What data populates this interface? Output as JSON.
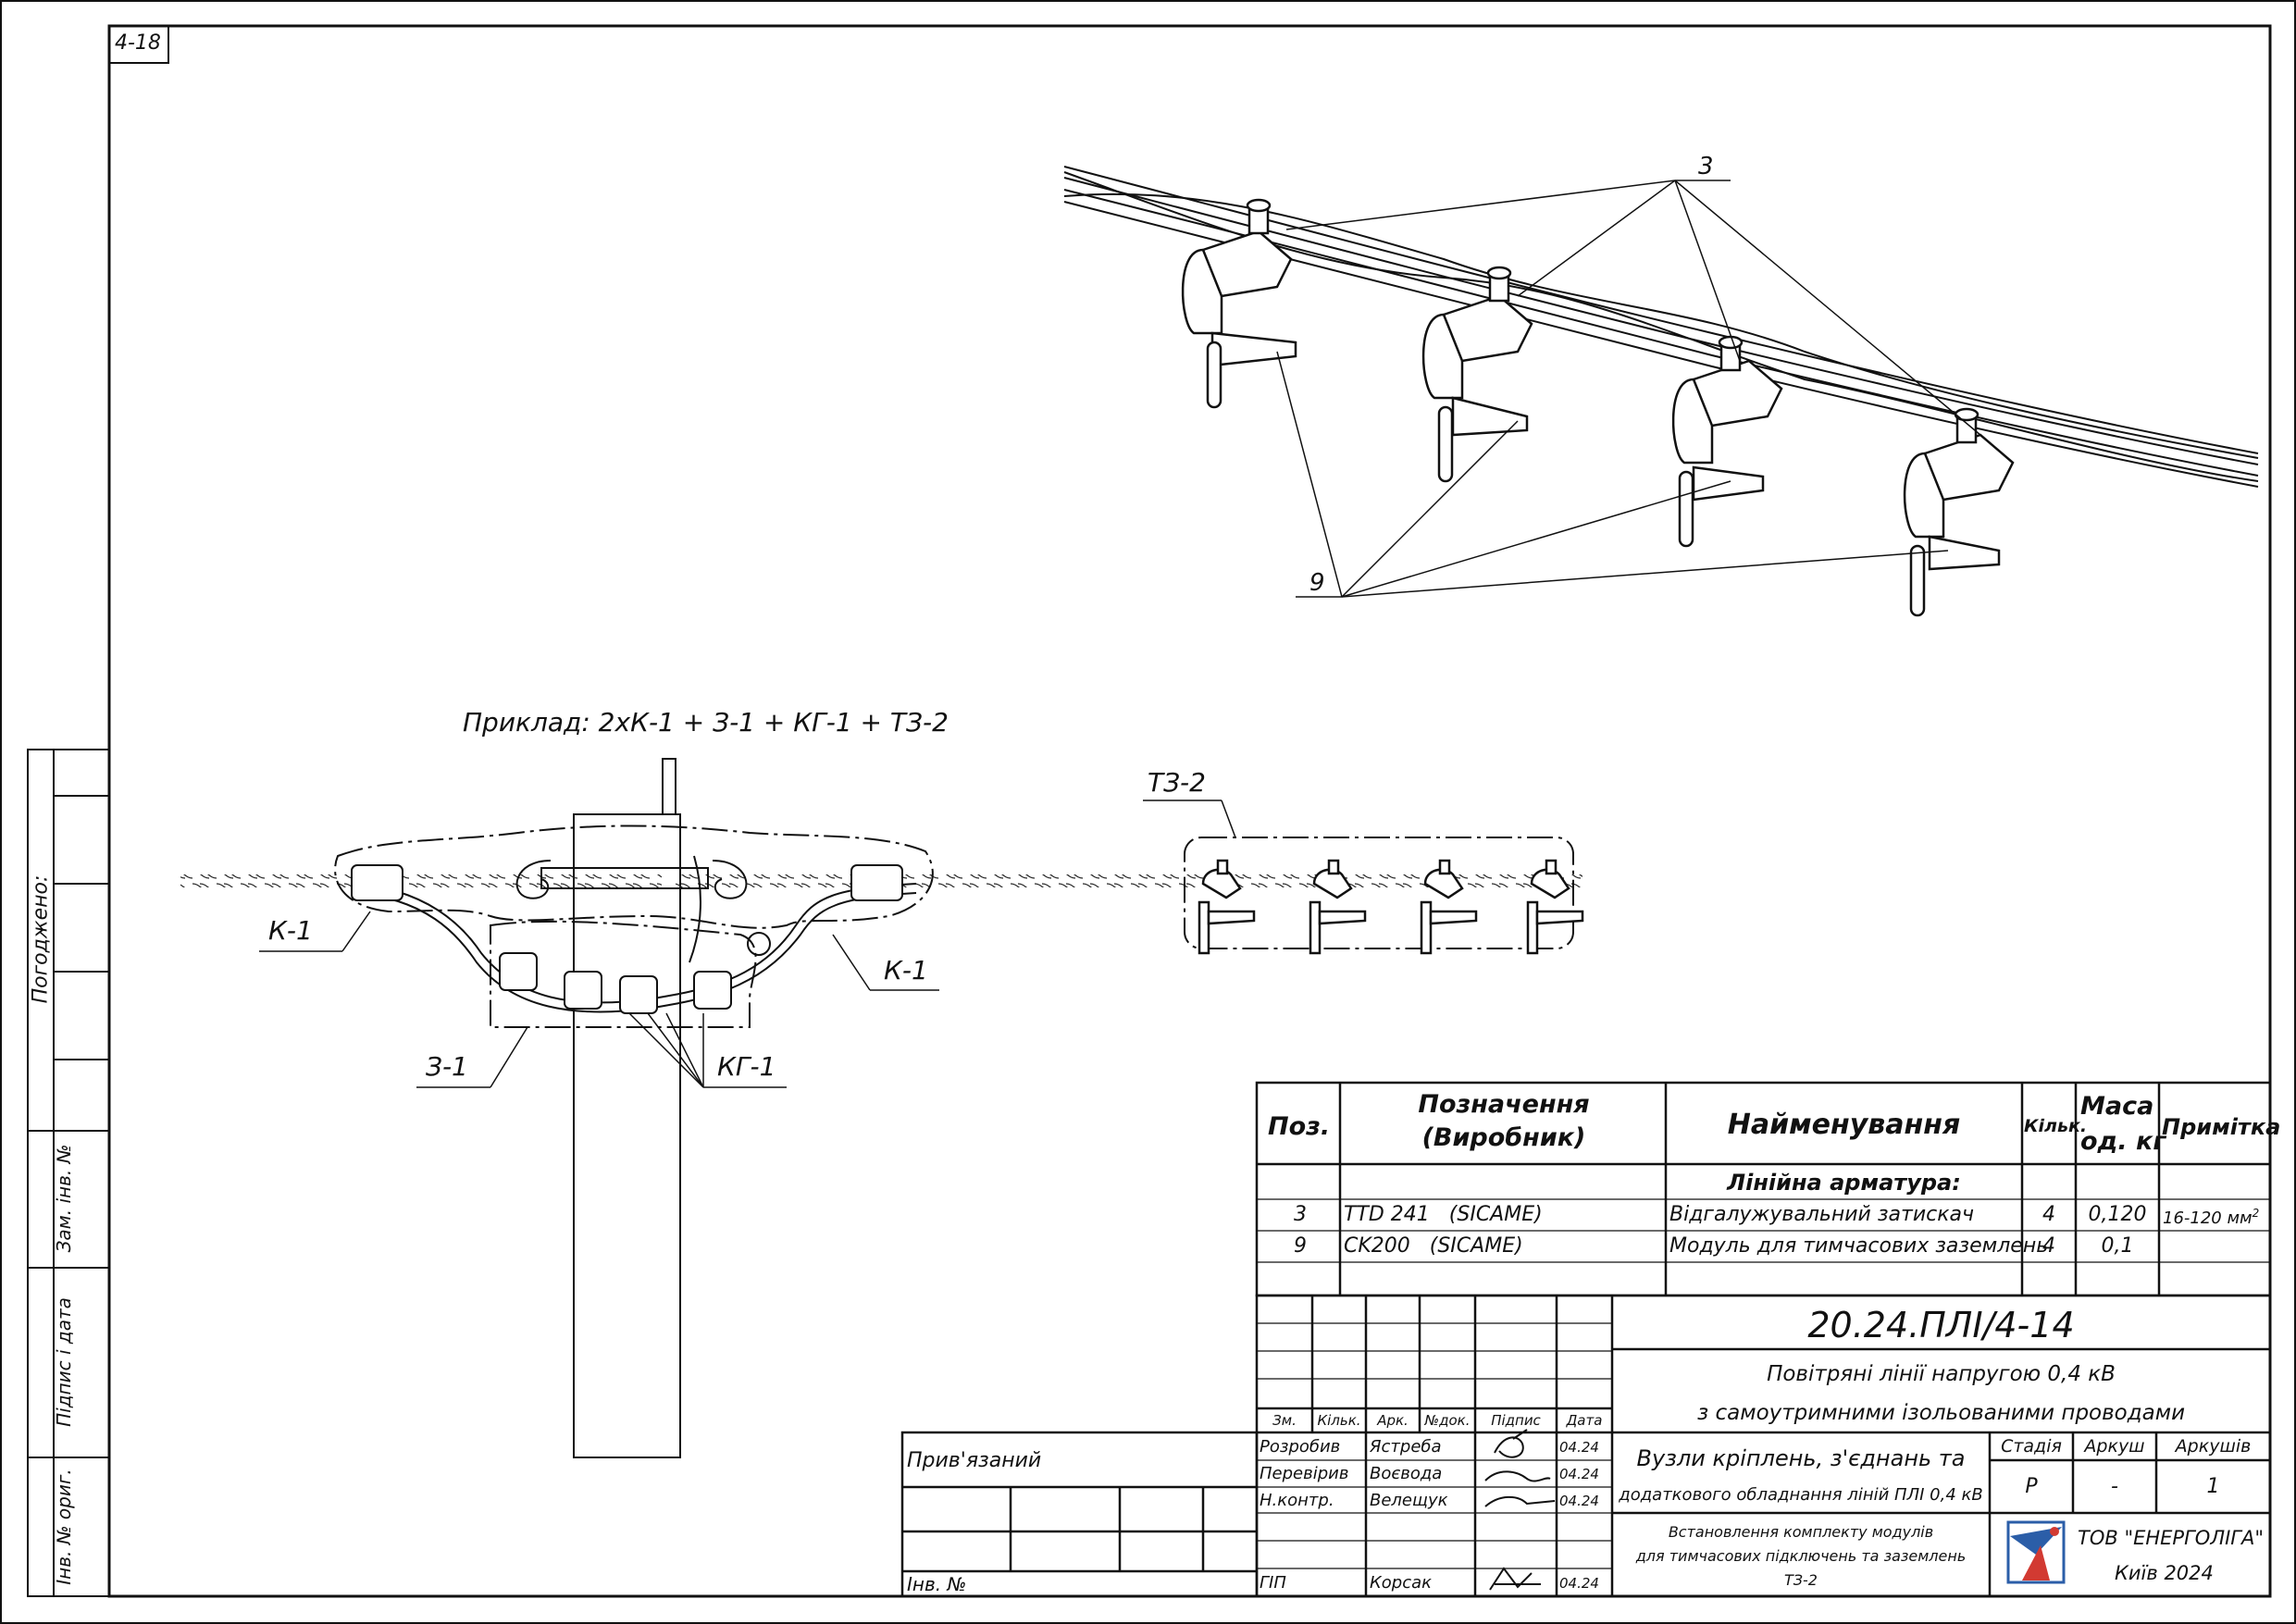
{
  "sheet_code": "4-18",
  "left_strip": {
    "agreed": "Погоджено:",
    "replaced_inv": "Зам. інв. №",
    "signature_date": "Підпис і дата",
    "orig_inv": "Інв. № ориг."
  },
  "callouts": {
    "top_clamp_label": "3",
    "top_module_label": "9",
    "example": "Приклад: 2хК-1 + З-1 + КГ-1 + ТЗ-2",
    "k1_left": "К-1",
    "k1_right": "К-1",
    "z1": "З-1",
    "kg1": "КГ-1",
    "tz2": "ТЗ-2"
  },
  "spec_table": {
    "headers": {
      "pos": "Поз.",
      "designation_1": "Позначення",
      "designation_2": "(Виробник)",
      "name": "Найменування",
      "qty": "Кільк.",
      "mass_1": "Маса",
      "mass_2": "од. кг",
      "note": "Примітка"
    },
    "section": "Лінійна арматура:",
    "rows": [
      {
        "pos": "3",
        "designation": "TTD 241   (SICAME)",
        "name": "Відгалужувальний затискач",
        "qty": "4",
        "mass": "0,120",
        "note": "16-120 мм",
        "note_sup": "2"
      },
      {
        "pos": "9",
        "designation": "CK200   (SICAME)",
        "name": "Модуль для тимчасових заземлень",
        "qty": "4",
        "mass": "0,1",
        "note": "",
        "note_sup": ""
      }
    ]
  },
  "title_block": {
    "doc_code": "20.24.ПЛІ/4-14",
    "title_line1": "Повітряні лінії напругою 0,4 кВ",
    "title_line2": "з самоутримними ізольованими проводами",
    "section_line1": "Вузли кріплень, з'єднань та",
    "section_line2": "додаткового обладнання ліній ПЛІ 0,4 кВ",
    "sheet_name_line1": "Встановлення комплекту модулів",
    "sheet_name_line2": "для тимчасових підключень та заземлень",
    "sheet_name_line3": "ТЗ-2",
    "col_headers": {
      "zm": "Зм.",
      "kilk": "Кільк.",
      "ark": "Арк.",
      "ndoc": "№док.",
      "pidpys": "Підпис",
      "data": "Дата"
    },
    "stage_label": "Стадія",
    "sheet_label": "Аркуш",
    "sheets_label": "Аркушів",
    "stage_value": "Р",
    "sheet_value": "-",
    "sheets_value": "1",
    "bound_label": "Прив'язаний",
    "inv_label": "Інв. №",
    "people": [
      {
        "role": "Розробив",
        "name": "Ястреба",
        "date": "04.24"
      },
      {
        "role": "Перевірив",
        "name": "Воєвода",
        "date": "04.24"
      },
      {
        "role": "Н.контр.",
        "name": "Велещук",
        "date": "04.24"
      },
      {
        "role": "ГІП",
        "name": "Корсак",
        "date": "04.24"
      }
    ],
    "company": "ТОВ \"ЕНЕРГОЛІГА\"",
    "city_year": "Київ 2024"
  },
  "colors": {
    "line": "#111111",
    "logo_blue": "#2b5ea8",
    "logo_red": "#d23a32"
  }
}
